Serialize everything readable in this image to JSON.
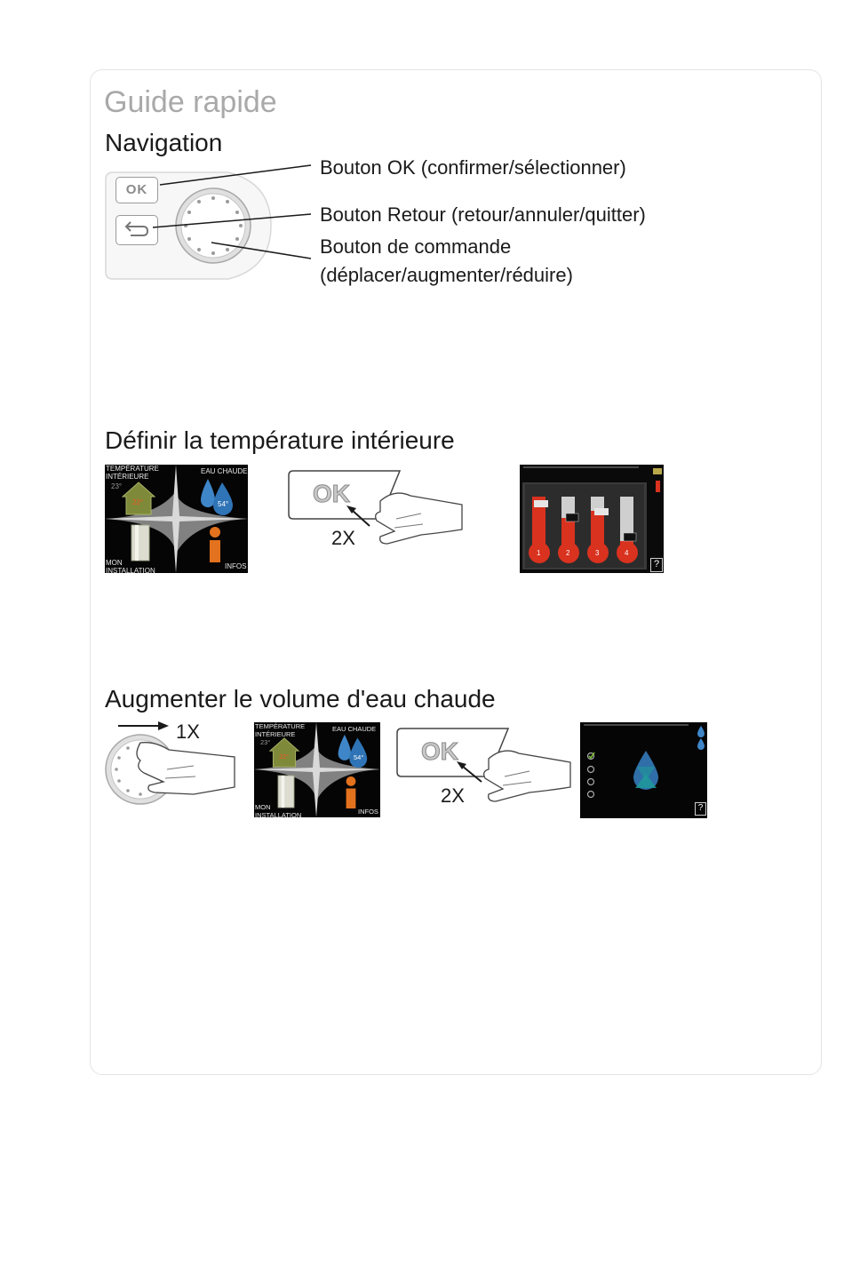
{
  "page": {
    "title": "Guide rapide"
  },
  "navigation": {
    "heading": "Navigation",
    "ok_key": "OK",
    "ok_label": "Bouton OK (confirmer/sélectionner)",
    "back_label": "Bouton Retour (retour/annuler/quitter)",
    "dial_label_line1": "Bouton de commande",
    "dial_label_line2": "(déplacer/augmenter/réduire)"
  },
  "indoor_temperature": {
    "heading": "Définir la température intérieure",
    "ok_key": "OK",
    "press_count": "2X",
    "main_menu": {
      "top_left": "TEMPÉRATURE\nINTÉRIEURE",
      "top_left_value": "23°",
      "house_value": "22°",
      "top_right": "EAU CHAUDE",
      "drop_value": "54°",
      "bottom_left": "MON\nINSTALLATION",
      "bottom_right": "INFOS"
    },
    "thermometers": [
      "1",
      "2",
      "3",
      "4"
    ],
    "help_glyph": "?"
  },
  "hot_water": {
    "heading": "Augmenter le volume d'eau chaude",
    "turn_count": "1X",
    "ok_key": "OK",
    "press_count": "2X",
    "main_menu": {
      "top_left": "TEMPÉRATURE\nINTÉRIEURE",
      "top_left_value": "23°",
      "house_value": "22°",
      "top_right": "EAU CHAUDE",
      "drop_value": "54°",
      "bottom_left": "MON\nINSTALLATION",
      "bottom_right": "INFOS"
    },
    "help_glyph": "?"
  },
  "colors": {
    "title_gray": "#a9a9a9",
    "thermo_red": "#d9321f",
    "drop_blue": "#3f86c8",
    "info_orange": "#e2721d",
    "house_green": "#7e8a3a"
  }
}
